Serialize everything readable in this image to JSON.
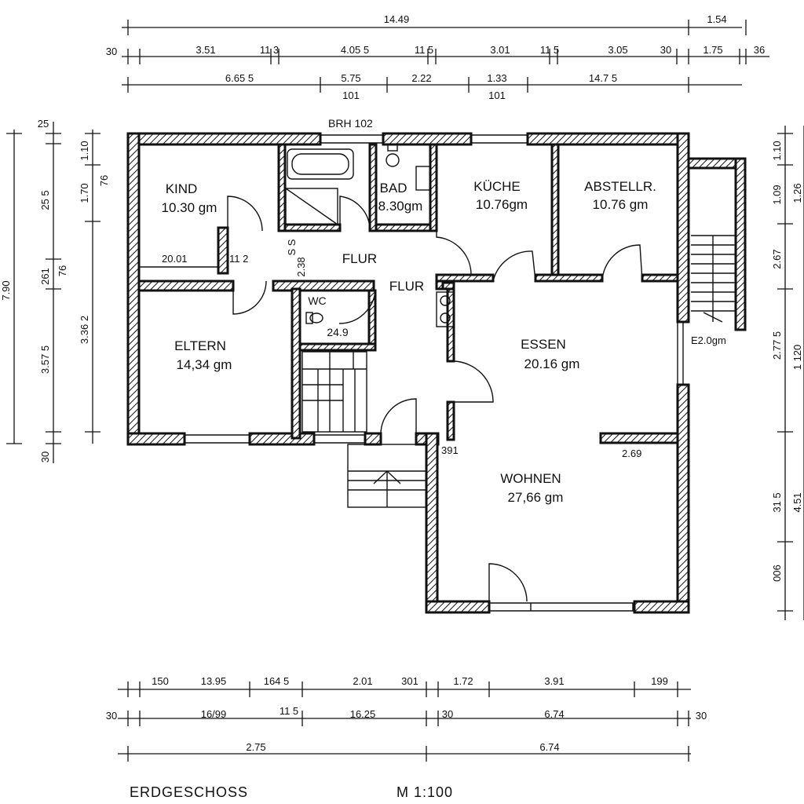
{
  "rooms": {
    "kind": {
      "name": "KIND",
      "area": "10.30 gm"
    },
    "bad": {
      "name": "BAD",
      "area": "8.30gm"
    },
    "kueche": {
      "name": "KÜCHE",
      "area": "10.76gm"
    },
    "abstellr": {
      "name": "ABSTELLR.",
      "area": "10.76 gm"
    },
    "flur1": {
      "name": "FLUR"
    },
    "flur2": {
      "name": "FLUR"
    },
    "wc": {
      "name": "WC",
      "area": "24.9"
    },
    "eltern": {
      "name": "ELTERN",
      "area": "14,34 gm"
    },
    "essen": {
      "name": "ESSEN",
      "area": "20.16 gm"
    },
    "wohnen": {
      "name": "WOHNEN",
      "area": "27,66 gm"
    }
  },
  "notes": {
    "brh": "BRH 102",
    "stair_east": "E2.0gm",
    "label_391": "391",
    "label_269": "2.69",
    "label_2001": "20.01",
    "label_112": "11 2",
    "label_238": "2.38",
    "label_ss": "S S"
  },
  "dims_top": {
    "row1": [
      "14.49",
      "1.54"
    ],
    "row2": [
      "30",
      "3.51",
      "11 3",
      "4.05 5",
      "11 5",
      "3.01",
      "11 5",
      "3.05",
      "30",
      "1.75",
      "36"
    ],
    "row3": [
      "6.65 5",
      "5.75",
      "2.22",
      "1.33",
      "14.7 5"
    ],
    "row3b": [
      "101",
      "101"
    ]
  },
  "dims_left": [
    "25",
    "25 5",
    "261",
    "3.57 5",
    "30",
    "7.90",
    "1.10",
    "1.70",
    "3.36 2",
    "76",
    "76"
  ],
  "dims_right": [
    "1.10",
    "1.09",
    "1.26",
    "2.67",
    "2.77 5",
    "1 120",
    "31 5",
    "4.51",
    "006"
  ],
  "dims_bottom": {
    "row1": [
      "150",
      "13.95",
      "164 5",
      "2.01",
      "301",
      "1.72",
      "3.91",
      "199"
    ],
    "row2": [
      "30",
      "16/99",
      "11 5",
      "16.25",
      "30",
      "6.74",
      "30"
    ],
    "row3": [
      "2.75",
      "6.74"
    ]
  },
  "footer": {
    "title": "ERDGESCHOSS",
    "scale": "M 1:100"
  }
}
